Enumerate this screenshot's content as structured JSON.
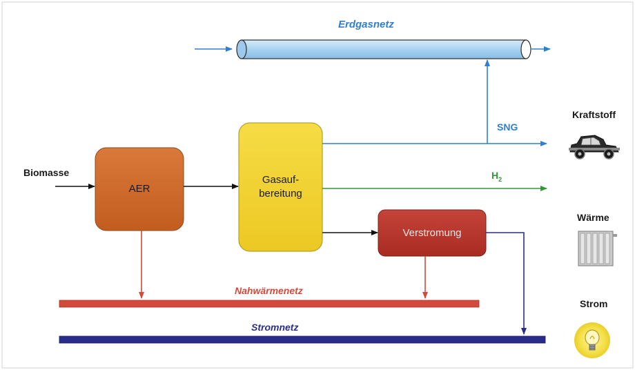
{
  "colors": {
    "aer_fill": "#cd6a28",
    "gas_fill": "#f2d22e",
    "verstromung_fill": "#b8352b",
    "pipe_fill": "#a9d2ef",
    "sng_blue": "#2f7fd0",
    "h2_green": "#2e9a36",
    "nahwaerme_red": "#d24a3a",
    "strom_navy": "#2a2c8a",
    "label_dark": "#1a1a1a"
  },
  "labels": {
    "erdgasnetz": "Erdgasnetz",
    "biomasse": "Biomasse",
    "aer": "AER",
    "gasaufbereitung_line1": "Gasauf-",
    "gasaufbereitung_line2": "bereitung",
    "verstromung": "Verstromung",
    "sng": "SNG",
    "h2_main": "H",
    "h2_sub": "2",
    "nahwaermenetz": "Nahwärmenetz",
    "stromnetz": "Stromnetz",
    "kraftstoff": "Kraftstoff",
    "waerme": "Wärme",
    "strom": "Strom"
  },
  "icons": {
    "kraftstoff": "car-icon",
    "waerme": "radiator-icon",
    "strom": "lightbulb-icon"
  }
}
